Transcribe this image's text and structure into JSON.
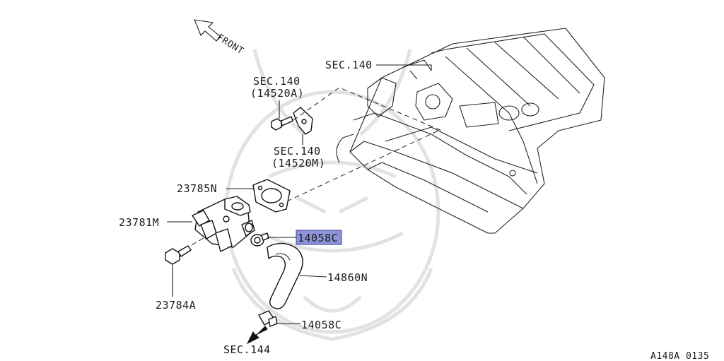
{
  "diagram": {
    "front_label": "FRONT",
    "labels": {
      "sec140_top": "SEC.140",
      "sec140_a_line1": "SEC.140",
      "sec140_a_line2": "(14520A)",
      "sec140_m_line1": "SEC.140",
      "sec140_m_line2": "(14520M)",
      "p23785N": "23785N",
      "p23781M": "23781M",
      "p23784A": "23784A",
      "p14058C_highlighted": "14058C",
      "p14860N": "14860N",
      "p14058C_lower": "14058C",
      "sec144": "SEC.144"
    },
    "figure_id": "A148A 0135",
    "highlight_color": "#8d93d8"
  }
}
